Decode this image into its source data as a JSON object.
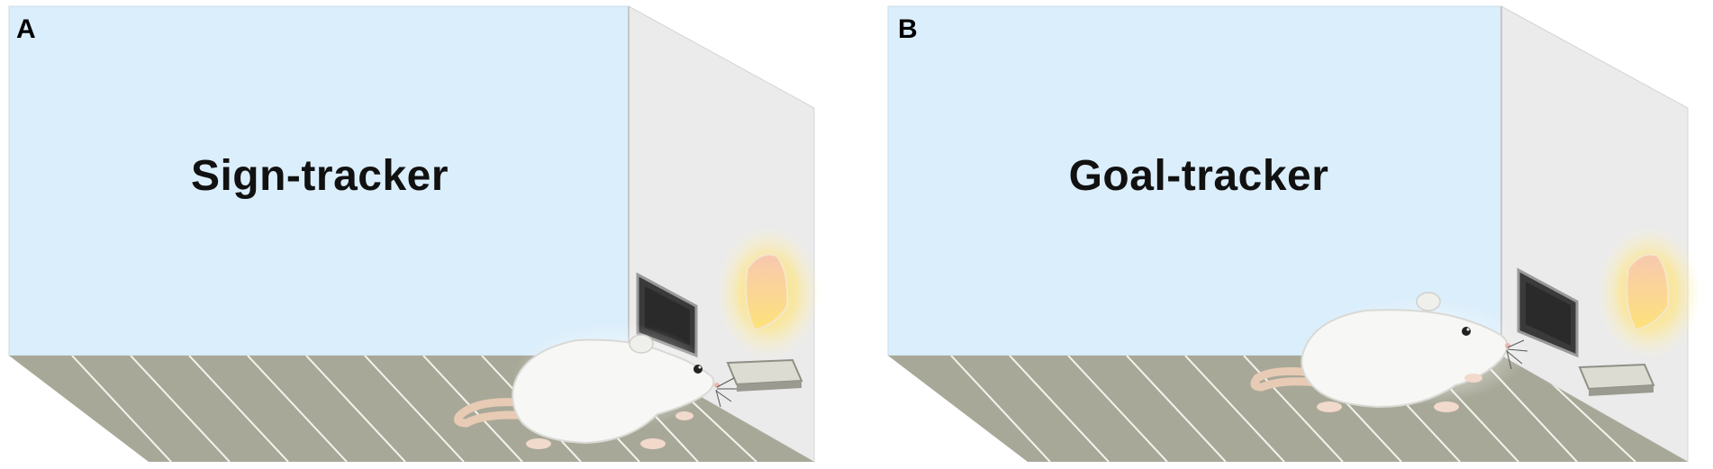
{
  "panels": [
    {
      "letter": "A",
      "title": "Sign-tracker",
      "rat_position": "near-lever"
    },
    {
      "letter": "B",
      "title": "Goal-tracker",
      "rat_position": "at-food-cup"
    }
  ],
  "colors": {
    "back_wall": "#dbeefb",
    "side_wall": "#ebebeb",
    "floor": "#a8a898",
    "grid_bars": "#f4f4ee",
    "glow": "#fde27a",
    "lever": "#3a3a3a"
  }
}
